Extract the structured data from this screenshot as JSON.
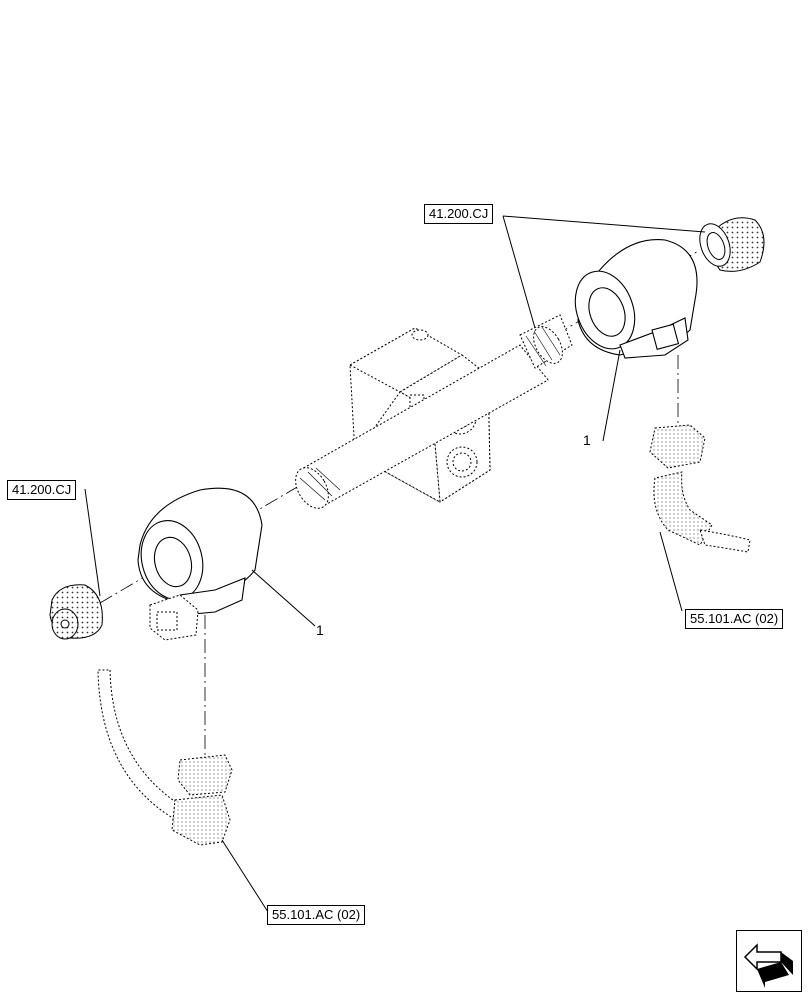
{
  "references": {
    "top": "41.200.CJ",
    "left": "41.200.CJ",
    "right_connector": "55.101.AC (02)",
    "bottom_connector": "55.101.AC (02)"
  },
  "items": {
    "coil_left": "1",
    "coil_right": "1"
  },
  "nav_icon": "next-page-arrow-icon"
}
